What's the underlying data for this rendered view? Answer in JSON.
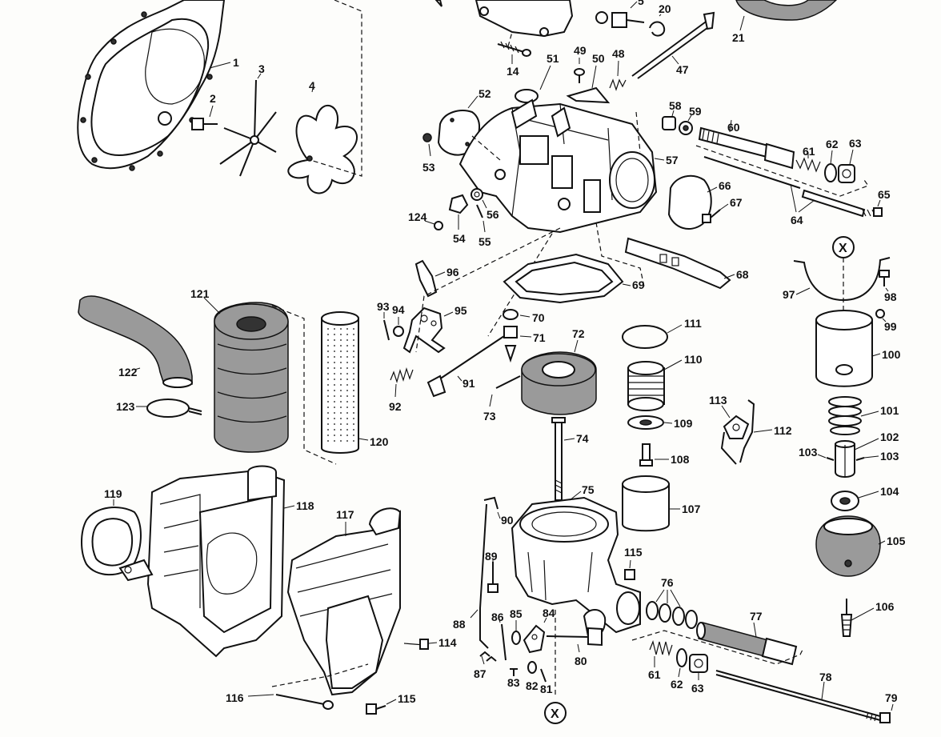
{
  "diagram": {
    "colors": {
      "ink": "#111111",
      "paper": "#fdfdfb",
      "shade": "#9a9a9a"
    },
    "labels": {
      "p1": "1",
      "p2": "2",
      "p3": "3",
      "p4": "4",
      "p5": "5",
      "p14": "14",
      "p20": "20",
      "p21": "21",
      "p47": "47",
      "p48": "48",
      "p49": "49",
      "p50": "50",
      "p51": "51",
      "p52": "52",
      "p53": "53",
      "p54": "54",
      "p55": "55",
      "p56": "56",
      "p57": "57",
      "p58": "58",
      "p59": "59",
      "p60": "60",
      "p61a": "61",
      "p62a": "62",
      "p63a": "63",
      "p64": "64",
      "p65": "65",
      "p66": "66",
      "p67": "67",
      "p68": "68",
      "p69": "69",
      "p70": "70",
      "p71": "71",
      "p72": "72",
      "p73": "73",
      "p74": "74",
      "p75": "75",
      "p76": "76",
      "p77": "77",
      "p78": "78",
      "p79": "79",
      "p80": "80",
      "p81": "81",
      "p82": "82",
      "p83": "83",
      "p84": "84",
      "p85": "85",
      "p86": "86",
      "p87": "87",
      "p88": "88",
      "p89": "89",
      "p90": "90",
      "p91": "91",
      "p92": "92",
      "p93": "93",
      "p94": "94",
      "p95": "95",
      "p96": "96",
      "p97": "97",
      "p98": "98",
      "p99": "99",
      "p100": "100",
      "p101": "101",
      "p102": "102",
      "p103a": "103",
      "p103b": "103",
      "p104": "104",
      "p105": "105",
      "p106": "106",
      "p107": "107",
      "p108": "108",
      "p109": "109",
      "p110": "110",
      "p111": "111",
      "p112": "112",
      "p113": "113",
      "p114": "114",
      "p115a": "115",
      "p115b": "115",
      "p116": "116",
      "p117": "117",
      "p118": "118",
      "p119": "119",
      "p120": "120",
      "p121": "121",
      "p122": "122",
      "p123": "123",
      "p124": "124",
      "p61b": "61",
      "p62b": "62",
      "p63b": "63",
      "x_top": "X",
      "x_bottom": "X"
    }
  }
}
